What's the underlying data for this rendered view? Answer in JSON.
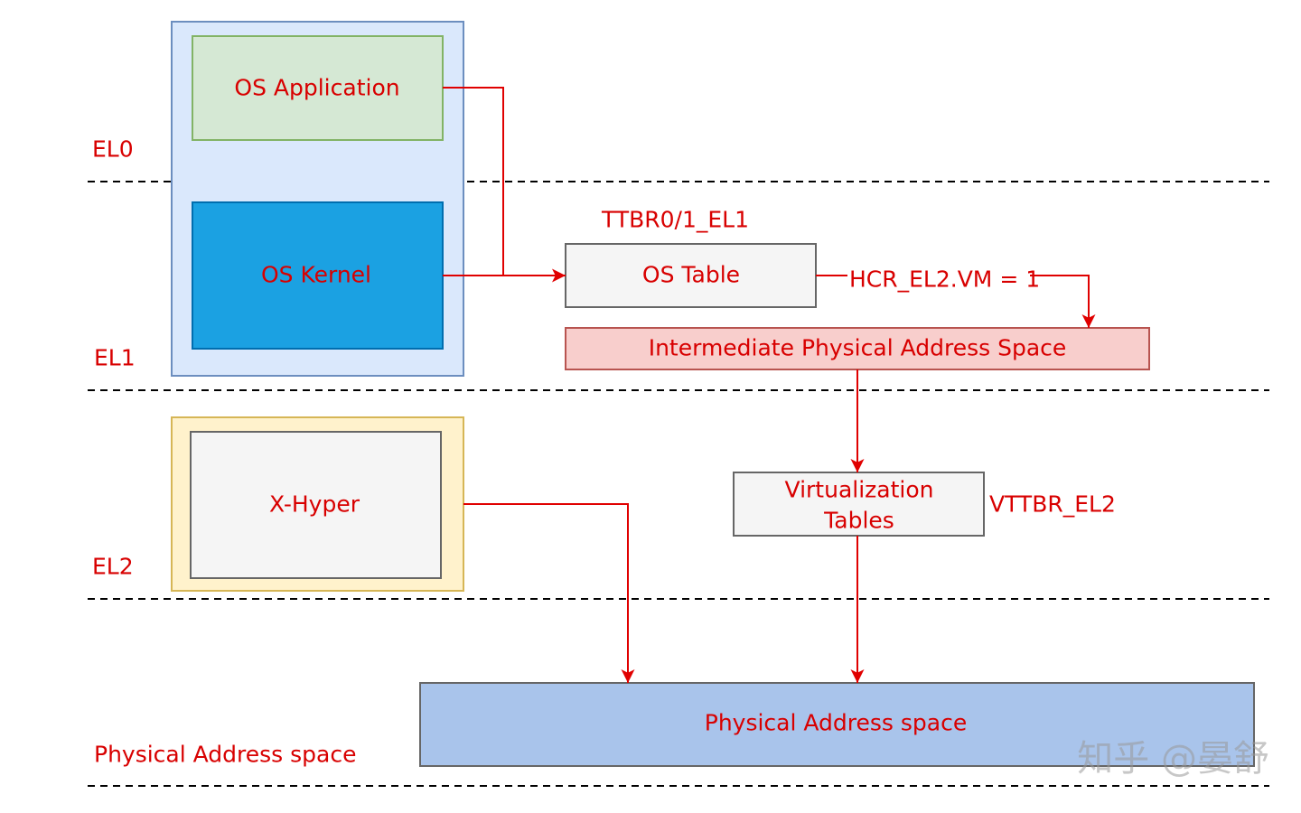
{
  "diagram": {
    "levels": {
      "el0": "EL0",
      "el1": "EL1",
      "el2": "EL2",
      "physical": "Physical Address space"
    },
    "boxes": {
      "os_application": "OS Application",
      "os_kernel": "OS Kernel",
      "os_table": "OS Table",
      "ipa_space": "Intermediate Physical Address Space",
      "x_hyper": "X-Hyper",
      "virt_tables": [
        "Virtualization",
        "Tables"
      ],
      "physical_space": "Physical Address space"
    },
    "labels": {
      "ttbr": "TTBR0/1_EL1",
      "hcr": "HCR_EL2.VM = 1",
      "vttbr": "VTTBR_EL2"
    }
  },
  "watermark": "知乎 @晏舒",
  "colors": {
    "text_red": "#d80000",
    "arrow_red": "#e00000",
    "os_container_fill": "#dae8fc",
    "os_container_stroke": "#6c8ebf",
    "app_fill": "#d5e8d4",
    "app_stroke": "#82b366",
    "kernel_fill": "#1ba1e2",
    "kernel_stroke": "#006eaf",
    "table_fill": "#f5f5f5",
    "table_stroke": "#666666",
    "ipa_fill": "#f8cecc",
    "ipa_stroke": "#b85450",
    "hyper_container_fill": "#fff2cc",
    "hyper_container_stroke": "#d6b656",
    "physical_fill": "#a9c4eb",
    "physical_stroke": "#666666"
  }
}
